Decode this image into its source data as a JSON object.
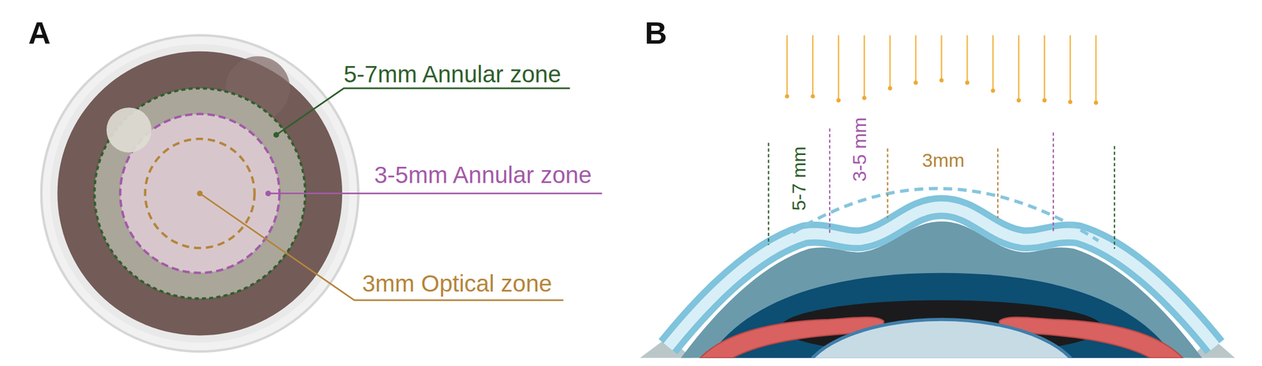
{
  "diagram": {
    "labels": [
      "A",
      "5-7mm Annular zone",
      "3-5mm Annular zone",
      "3mm Optical zone",
      "B",
      "5-7 mm",
      "3-5 mm",
      "3mm"
    ]
  }
}
